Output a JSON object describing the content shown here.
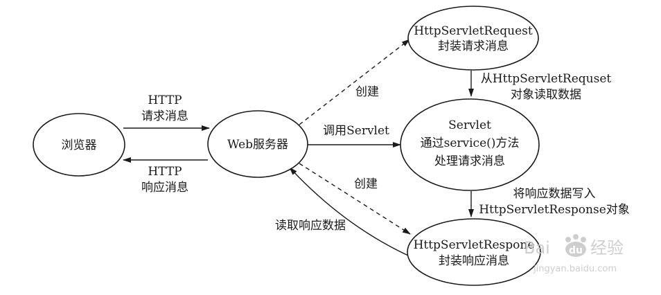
{
  "nodes": {
    "browser": {
      "label": "浏览器"
    },
    "web_server": {
      "label": "Web服务器"
    },
    "request": {
      "line1": "HttpServletRequest",
      "line2": "封装请求消息"
    },
    "servlet": {
      "line1": "Servlet",
      "line2": "通过service()方法",
      "line3": "处理请求消息"
    },
    "response": {
      "line1": "HttpServletRespone",
      "line2": "封装响应消息"
    }
  },
  "edges": {
    "http_request": {
      "line1": "HTTP",
      "line2": "请求消息"
    },
    "http_response": {
      "line1": "HTTP",
      "line2": "响应消息"
    },
    "create_request": {
      "label": "创建"
    },
    "create_response": {
      "label": "创建"
    },
    "call_servlet": {
      "label": "调用Servlet"
    },
    "read_request": {
      "line1": "从HttpServletRequset",
      "line2": "对象读取数据"
    },
    "write_response": {
      "line1": "将响应数据写入",
      "line2": "HttpServletResponse对象"
    },
    "read_response": {
      "label": "读取响应数据"
    }
  },
  "watermark": {
    "brand": "Bai",
    "logo": "du",
    "suffix": "经验",
    "url": "jingyan.baidu.com"
  }
}
